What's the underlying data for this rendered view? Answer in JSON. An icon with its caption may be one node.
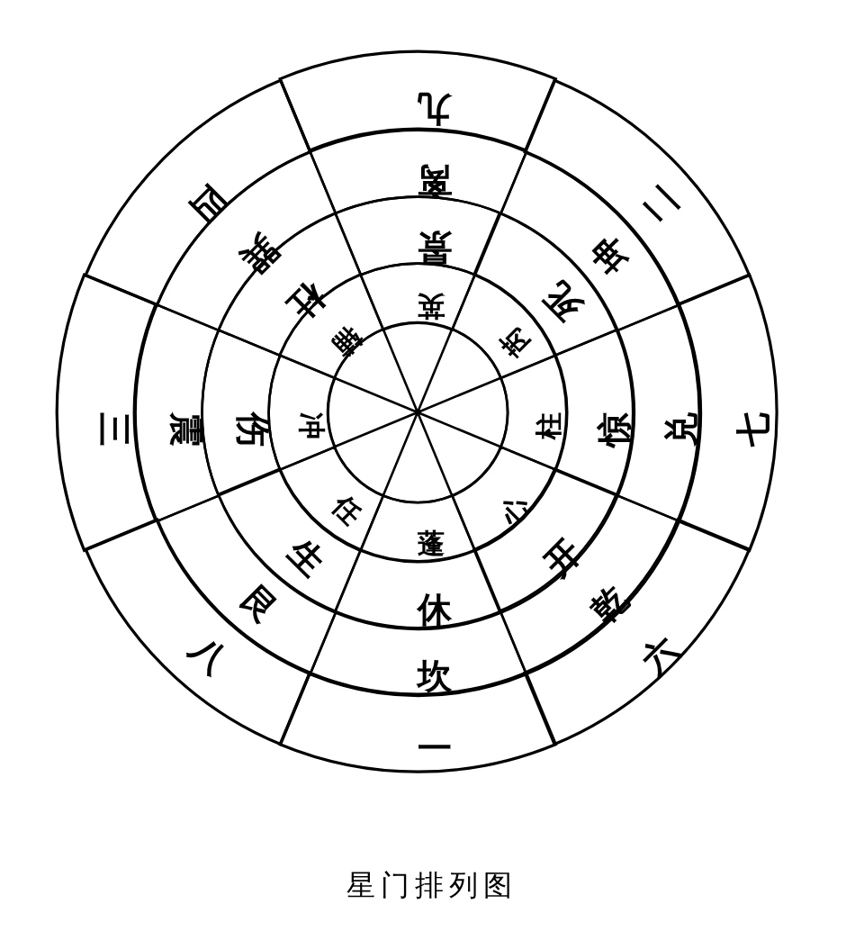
{
  "diagram": {
    "caption": "星门排列图",
    "nodes": [
      {
        "text": [
          "九"
        ]
      },
      {
        "text": [
          "二"
        ]
      },
      {
        "text": [
          "七"
        ]
      },
      {
        "text": [
          "六"
        ]
      },
      {
        "text": [
          "一"
        ]
      },
      {
        "text": [
          "八"
        ]
      },
      {
        "text": [
          "三"
        ]
      },
      {
        "text": [
          "四"
        ]
      },
      {
        "text": [
          "离"
        ]
      },
      {
        "text": [
          "坤"
        ]
      },
      {
        "text": [
          "兑"
        ]
      },
      {
        "text": [
          "乾"
        ]
      },
      {
        "text": [
          "坎"
        ]
      },
      {
        "text": [
          "艮"
        ]
      },
      {
        "text": [
          "震"
        ]
      },
      {
        "text": [
          "巽"
        ]
      },
      {
        "text": [
          "景"
        ]
      },
      {
        "text": [
          "死"
        ]
      },
      {
        "text": [
          "惊"
        ]
      },
      {
        "text": [
          "开"
        ]
      },
      {
        "text": [
          "休"
        ]
      },
      {
        "text": [
          "生"
        ]
      },
      {
        "text": [
          "伤"
        ]
      },
      {
        "text": [
          "杜"
        ]
      },
      {
        "text": [
          "英"
        ]
      },
      {
        "text": [
          "芮"
        ]
      },
      {
        "text": [
          "柱"
        ]
      },
      {
        "text": [
          "心"
        ]
      },
      {
        "text": [
          "蓬"
        ]
      },
      {
        "text": [
          "任"
        ]
      },
      {
        "text": [
          "冲"
        ]
      },
      {
        "text": [
          "辅"
        ]
      },
      {
        "text": [],
        "shape": "circle"
      }
    ]
  }
}
